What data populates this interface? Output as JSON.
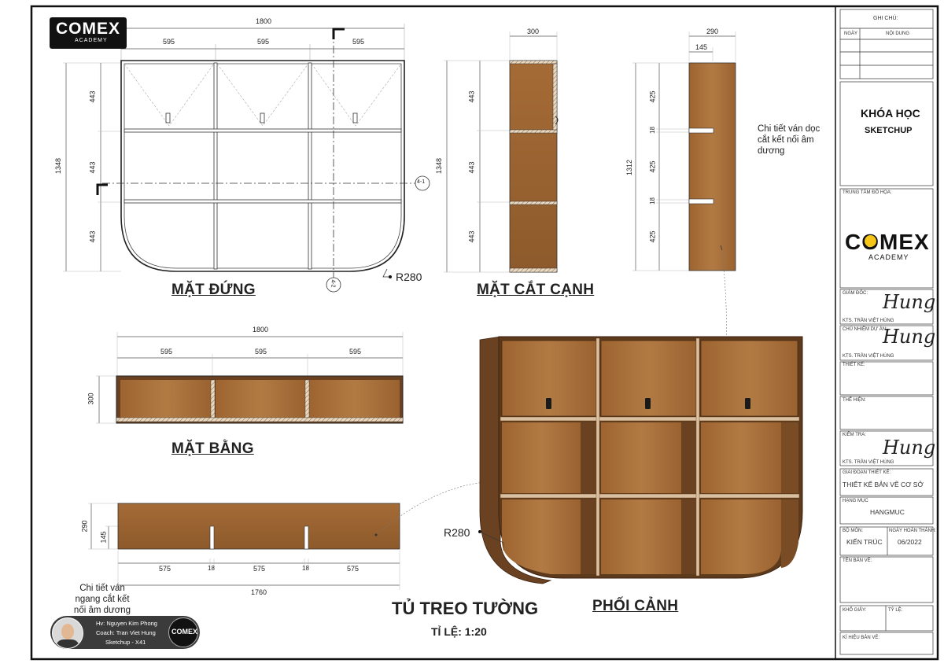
{
  "logo": {
    "brand": "COMEX",
    "sub": "ACADEMY"
  },
  "views": {
    "elevation": "MẶT ĐỨNG",
    "section": "MẶT CẮT CẠNH",
    "plan": "MẶT BẰNG",
    "perspective": "PHỐI CẢNH"
  },
  "drawing": {
    "title": "TỦ TREO TƯỜNG",
    "scale": "TỈ LỆ: 1:20"
  },
  "dimensions": {
    "elev_total_w": "1800",
    "elev_bay": "595",
    "elev_h": "1348",
    "elev_row": "443",
    "radius": "R280",
    "sec_a": "4-1",
    "sec_b": "4-2",
    "side_w": "300",
    "side_h": "1348",
    "side_row": "443",
    "panel_w": "290",
    "panel_half": "145",
    "panel_h": "1312",
    "panel_seg": "425",
    "panel_gap": "18",
    "plan_w": "1800",
    "plan_bay": "595",
    "plan_d": "300",
    "board_h": "290",
    "board_half": "145",
    "board_seg": "575",
    "board_gap": "18",
    "board_total": "1760"
  },
  "notes": {
    "vertical_joint": "Chi tiết ván dọc cắt kết nối âm dương",
    "horizontal_joint": "Chi tiết ván ngang cắt kết nối âm dương"
  },
  "student": {
    "line1": "Hv: Nguyen Kim Phong",
    "line2": "Coach: Tran Viet Hung",
    "line3": "Sketchup - X41"
  },
  "title_block": {
    "notes_header": "GHI CHÚ:",
    "col_date": "NGÀY",
    "col_content": "NỘI DUNG",
    "course_line1": "KHÓA HỌC",
    "course_line2": "SKETCHUP",
    "center": "TRUNG TÂM ĐỒ HỌA:",
    "director": "GIÁM ĐỐC:",
    "director_name": "KTS. TRẦN VIỆT HÙNG",
    "pm": "CHỦ NHIỆM DỰ ÁN:",
    "pm_name": "KTS. TRẦN VIỆT HÙNG",
    "design": "THIẾT KẾ:",
    "drafter": "THỂ HIỆN:",
    "checker": "KIỂM TRA:",
    "checker_name": "KTS. TRẦN VIỆT HÙNG",
    "stage_label": "GIAI ĐOẠN THIẾT KẾ:",
    "stage": "THIẾT KẾ BẢN VẼ CƠ SỞ",
    "item_label": "HẠNG MỤC",
    "item": "HANGMUC",
    "dept_label": "BỘ MÔN:",
    "dept": "KIẾN TRÚC",
    "date_label": "NGÀY HOÀN THÀNH:",
    "date": "06/2022",
    "sheet_name": "TÊN BẢN VẼ:",
    "paper": "KHỔ GIẤY:",
    "scale": "TỶ LỆ:",
    "code": "KÍ HIỆU BẢN VẼ:",
    "signature": "Hung"
  },
  "colors": {
    "wood": "#a8713a",
    "wood_dark": "#6b4221",
    "wood_light": "#c08a52",
    "line": "#222222"
  }
}
